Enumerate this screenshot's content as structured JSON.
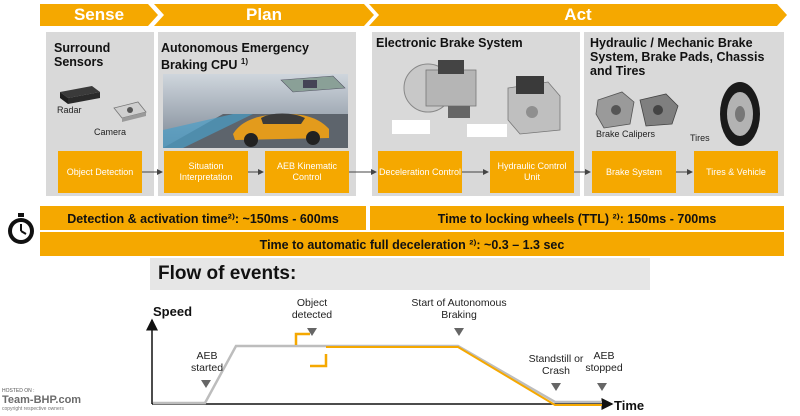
{
  "phases": {
    "sense": "Sense",
    "plan": "Plan",
    "act": "Act"
  },
  "panels": {
    "sensors": {
      "title": "Surround Sensors",
      "radar": "Radar",
      "camera": "Camera"
    },
    "aeb_cpu": {
      "title": "Autonomous Emergency Braking CPU",
      "superscript": "1)"
    },
    "ebs": {
      "title": "Electronic Brake System"
    },
    "hydraulic": {
      "title": "Hydraulic / Mechanic Brake System, Brake Pads, Chassis and Tires",
      "calipers": "Brake Calipers",
      "tires": "Tires"
    }
  },
  "process_steps": [
    "Object Detection",
    "Situation Interpretation",
    "AEB Kinematic Control",
    "Deceleration Control",
    "Hydraulic Control Unit",
    "Brake System",
    "Tires & Vehicle"
  ],
  "timing": {
    "detection": "Detection & activation time²⁾: ~150ms - 600ms",
    "locking": "Time to locking wheels (TTL) ²⁾: 150ms - 700ms",
    "full_decel": "Time to automatic full deceleration ²⁾: ~0.3 – 1.3 sec"
  },
  "flow": {
    "heading": "Flow of events:",
    "y_axis": "Speed",
    "x_axis": "Time",
    "events": {
      "aeb_started": "AEB started",
      "object_detected": "Object detected",
      "start_braking": "Start of Autonomous Braking",
      "standstill": "Standstill or Crash",
      "aeb_stopped": "AEB stopped"
    }
  },
  "watermark": {
    "hosted": "HOSTED ON :",
    "brand": "Team-BHP.com",
    "copyright": "copyright respective owners"
  },
  "colors": {
    "accent": "#f5a800",
    "panel": "#d9d9d9"
  }
}
